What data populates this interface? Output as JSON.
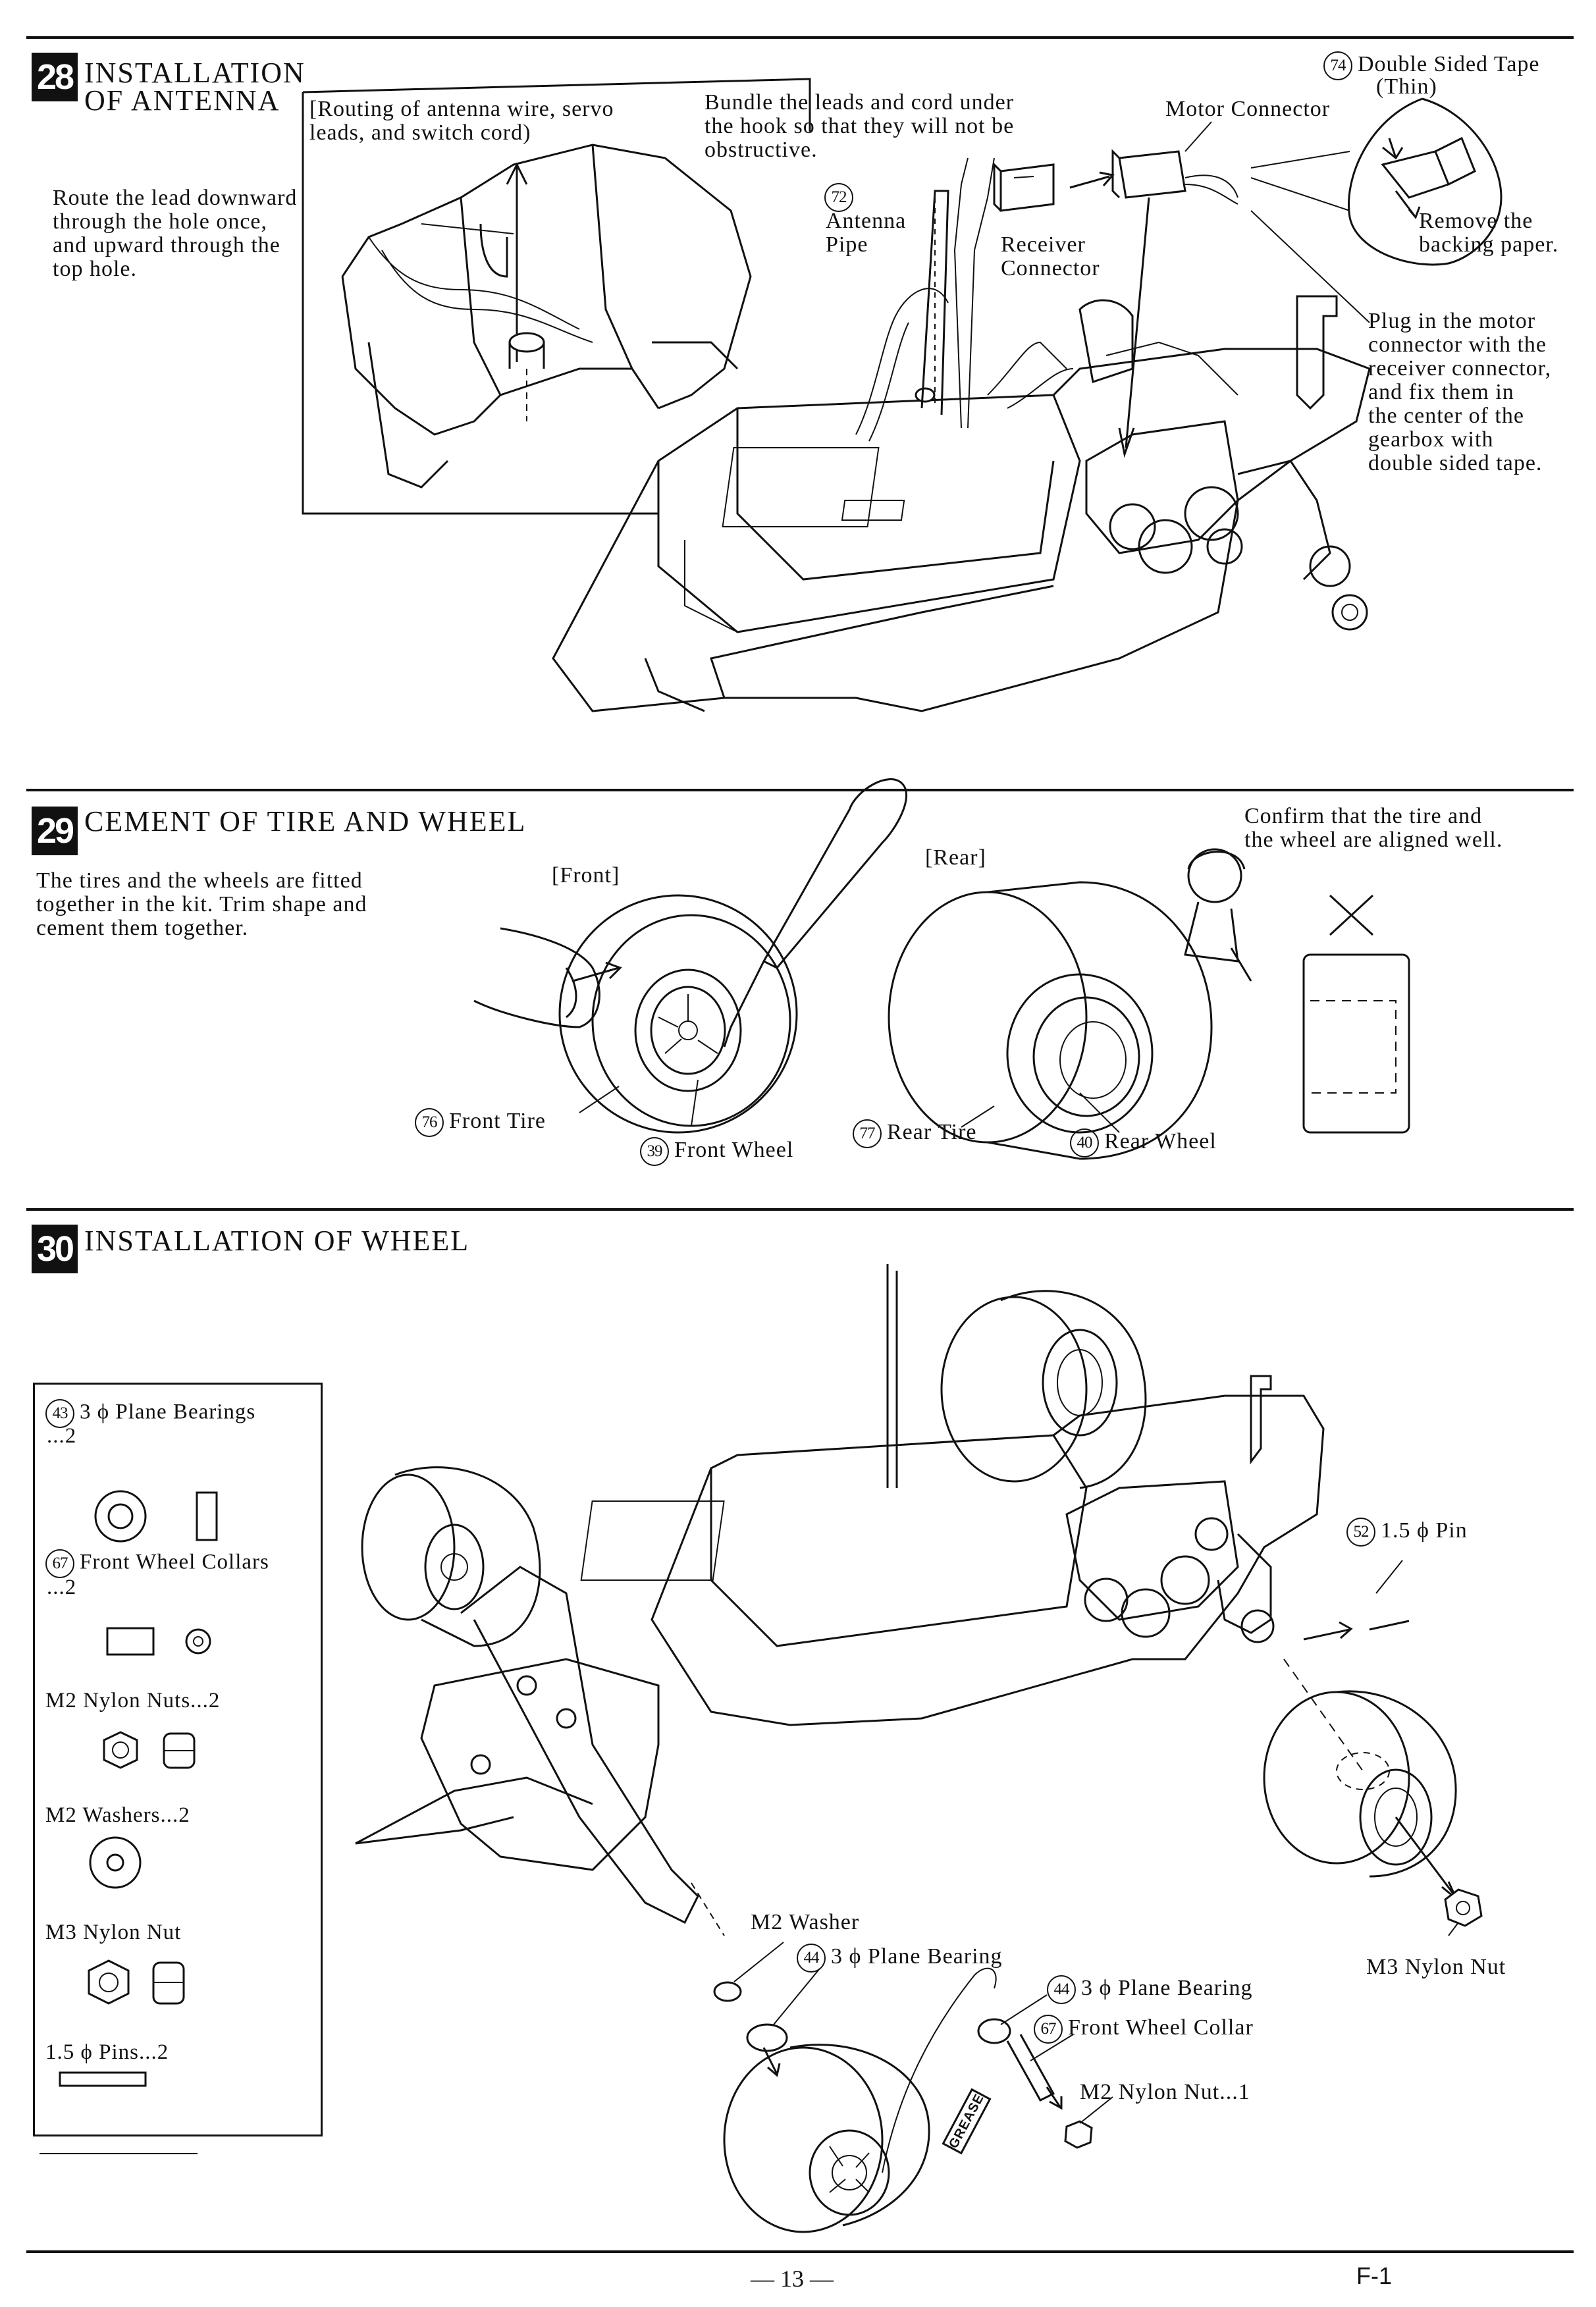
{
  "step28": {
    "number": "28",
    "title_line1": "INSTALLATION",
    "title_line2": "OF ANTENNA",
    "routing_note": "[Routing of antenna wire, servo\nleads, and switch cord)",
    "route_instruction": "Route the lead downward\nthrough the hole once,\nand upward through the\ntop hole.",
    "bundle_instruction": "Bundle the leads and cord under\nthe hook so that they will not be\nobstructive.",
    "antenna_pipe_num": "72",
    "antenna_pipe_label": "Antenna\nPipe",
    "receiver_connector_label": "Receiver\nConnector",
    "motor_connector_label": "Motor Connector",
    "tape_num": "74",
    "tape_label": "Double Sided Tape",
    "tape_sub": "(Thin)",
    "remove_backing": "Remove the\nbacking paper.",
    "plug_instruction": "Plug in the motor\nconnector with the\nreceiver connector,\nand fix them in\nthe center of the\ngearbox with\ndouble sided tape."
  },
  "step29": {
    "number": "29",
    "title": "CEMENT OF TIRE AND WHEEL",
    "instruction": "The tires and the wheels are fitted\ntogether in the kit. Trim shape and\ncement them together.",
    "front_label": "[Front]",
    "rear_label": "[Rear]",
    "confirm_text": "Confirm that the tire and\nthe wheel are aligned well.",
    "wrong_mark": "✕",
    "parts": [
      {
        "num": "76",
        "name": "Front Tire"
      },
      {
        "num": "39",
        "name": "Front Wheel"
      },
      {
        "num": "77",
        "name": "Rear Tire"
      },
      {
        "num": "40",
        "name": "Rear Wheel"
      }
    ]
  },
  "step30": {
    "number": "30",
    "title": "INSTALLATION OF WHEEL",
    "parts_box": [
      {
        "num": "43",
        "name": "3 ϕ Plane Bearings",
        "qty": "...2"
      },
      {
        "num": "67",
        "name": "Front Wheel Collars",
        "qty": "...2"
      },
      {
        "num": "",
        "name": "M2 Nylon Nuts...2",
        "qty": ""
      },
      {
        "num": "",
        "name": "M2 Washers...2",
        "qty": ""
      },
      {
        "num": "",
        "name": "M3 Nylon Nut",
        "qty": ""
      },
      {
        "num": "",
        "name": "1.5 ϕ Pins...2",
        "qty": ""
      }
    ],
    "pin_num": "52",
    "pin_label": "1.5 ϕ Pin",
    "m3_nut_label": "M3 Nylon Nut",
    "m2_washer_label": "M2 Washer",
    "bearing_a_num": "44",
    "bearing_a_label": "3 ϕ Plane Bearing",
    "bearing_b_num": "44",
    "bearing_b_label": "3 ϕ Plane Bearing",
    "collar_num": "67",
    "collar_label": "Front Wheel Collar",
    "m2_nut_label": "M2 Nylon Nut...1",
    "grease_label": "GREASE"
  },
  "footer": {
    "page_number": "— 13 —",
    "model_code": "F-1"
  }
}
